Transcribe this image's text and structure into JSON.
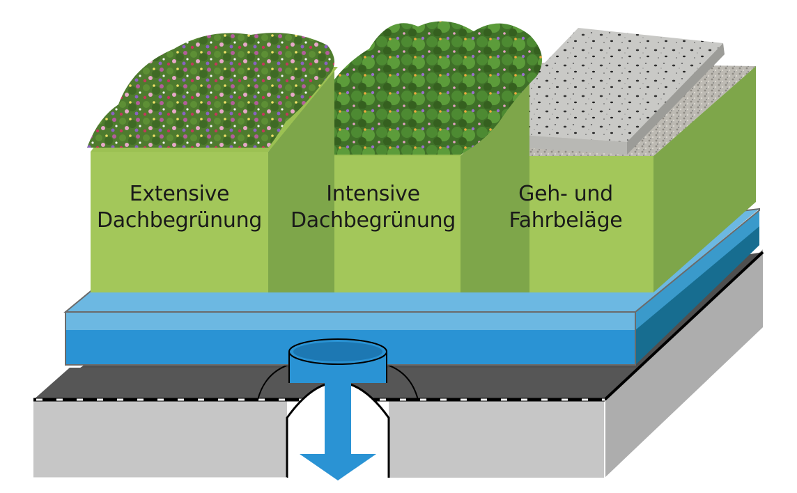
{
  "diagram": {
    "colors": {
      "box_front": "#a3c75a",
      "box_side": "#7ea64a",
      "box_top": "#9cc153",
      "water_light": "#6cb8e2",
      "water_mid": "#2a93d4",
      "water_dark": "#176d90",
      "membrane_top": "#4f4f4f",
      "concrete_front": "#c6c6c6",
      "concrete_side": "#adadad",
      "pipe": "#2a93d4"
    },
    "boxes": [
      {
        "id": "extensive",
        "line1": "Extensive",
        "line2": "Dachbegrünung",
        "surface": "extensive-planting"
      },
      {
        "id": "intensive",
        "line1": "Intensive",
        "line2": "Dachbegrünung",
        "surface": "intensive-planting"
      },
      {
        "id": "paving",
        "line1": "Geh- und",
        "line2": "Fahrbeläge",
        "surface": "concrete-slab-on-gravel"
      }
    ],
    "drain": {
      "icon": "down-arrow-icon"
    }
  }
}
